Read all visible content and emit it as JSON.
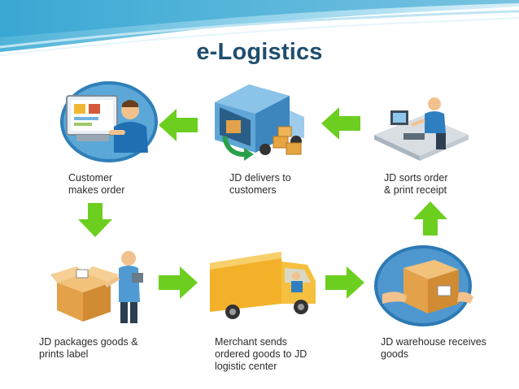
{
  "slide": {
    "title": "e-Logistics",
    "accent_color": "#6ccf1f",
    "title_color": "#1f4e6e"
  },
  "steps": [
    {
      "id": "customer",
      "caption": "Customer\nmakes order",
      "icon": "customer-computer-icon"
    },
    {
      "id": "deliver",
      "caption": "JD delivers to\ncustomers",
      "icon": "delivery-truck-icon"
    },
    {
      "id": "sort",
      "caption": "JD sorts order\n& print receipt",
      "icon": "worker-desk-icon"
    },
    {
      "id": "package",
      "caption": "JD packages goods &\nprints label",
      "icon": "packaging-worker-icon"
    },
    {
      "id": "merchant",
      "caption": "Merchant sends\nordered goods to JD\nlogistic center",
      "icon": "cargo-truck-icon"
    },
    {
      "id": "warehouse",
      "caption": "JD warehouse receives\ngoods",
      "icon": "box-handoff-icon"
    }
  ]
}
